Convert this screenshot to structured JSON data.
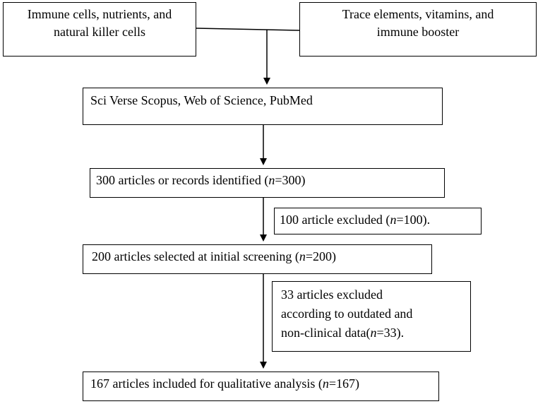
{
  "boxes": {
    "search_terms_left": {
      "line1": "Immune cells, nutrients, and",
      "line2": "natural killer cells"
    },
    "search_terms_right": {
      "line1": "Trace elements, vitamins, and",
      "line2": "immune booster"
    },
    "databases": {
      "text": "Sci Verse Scopus, Web of Science, PubMed"
    },
    "identified": {
      "prefix": "300 articles or records identified (",
      "n_var": "n",
      "suffix": "=300)"
    },
    "excluded_first": {
      "prefix": "100 article excluded (",
      "n_var": "n",
      "suffix": "=100)."
    },
    "screened": {
      "prefix": "200 articles selected at initial screening (",
      "n_var": "n",
      "suffix": "=200)"
    },
    "excluded_second": {
      "line1": "33 articles excluded",
      "line2": "according to outdated and",
      "line3_prefix": "non-clinical data(",
      "n_var": "n",
      "line3_suffix": "=33)."
    },
    "included": {
      "prefix": "167 articles included for qualitative analysis (",
      "n_var": "n",
      "suffix": "=167)"
    }
  }
}
